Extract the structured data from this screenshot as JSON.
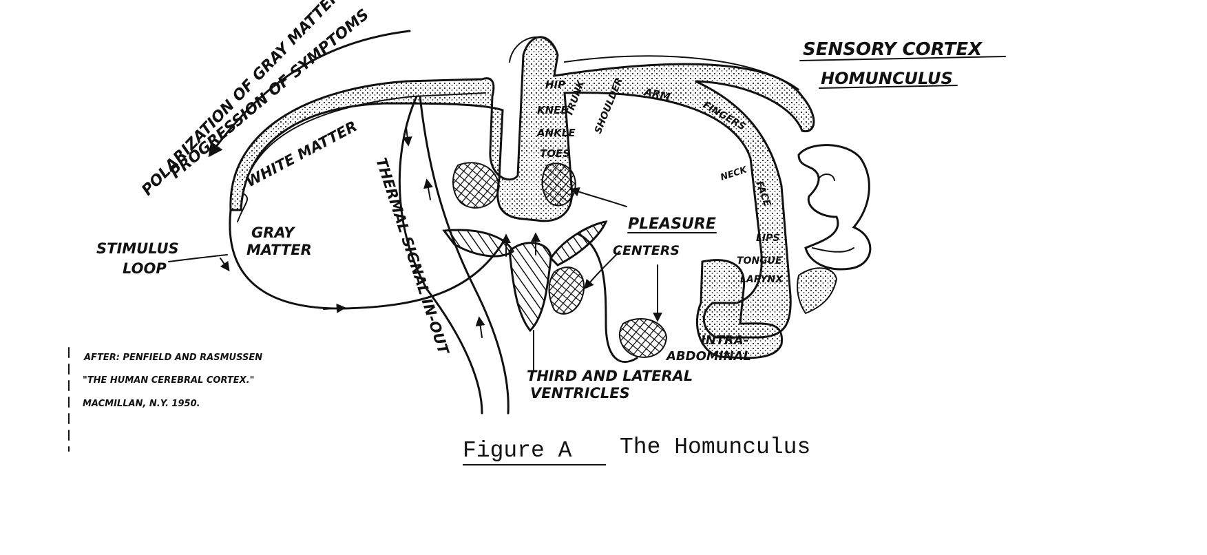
{
  "diagram": {
    "labels": {
      "polarization": "POLARIZATION OF GRAY MATTER CAUSES",
      "progression": "PROGRESSION OF SYMPTOMS",
      "white_matter": "WHITE MATTER",
      "gray_matter_1": "GRAY",
      "gray_matter_2": "MATTER",
      "stimulus_1": "STIMULUS",
      "stimulus_2": "LOOP",
      "thermal_signal": "THERMAL SIGNAL IN-OUT",
      "pleasure_1": "PLEASURE",
      "pleasure_2": "CENTERS",
      "ventricles_1": "THIRD AND LATERAL",
      "ventricles_2": "VENTRICLES",
      "intra_1": "INTRA-",
      "intra_2": "ABDOMINAL",
      "sensory_1": "SENSORY CORTEX",
      "sensory_2": "HOMUNCULUS",
      "hip": "HIP",
      "knee": "KNEE",
      "ankle": "ANKLE",
      "toes": "TOES",
      "trunk": "TRUNK",
      "shoulder": "SHOULDER",
      "arm": "ARM",
      "fingers": "FINGERS",
      "neck": "NECK",
      "face": "FACE",
      "lips": "LIPS",
      "tongue": "TONGUE",
      "larynx": "LARYNX"
    },
    "credit": {
      "line1": "AFTER: PENFIELD AND RASMUSSEN",
      "line2": "\"THE HUMAN CEREBRAL CORTEX.\"",
      "line3": "MACMILLAN, N.Y. 1950."
    },
    "caption": {
      "figure": "Figure A",
      "title": "The Homunculus"
    }
  }
}
